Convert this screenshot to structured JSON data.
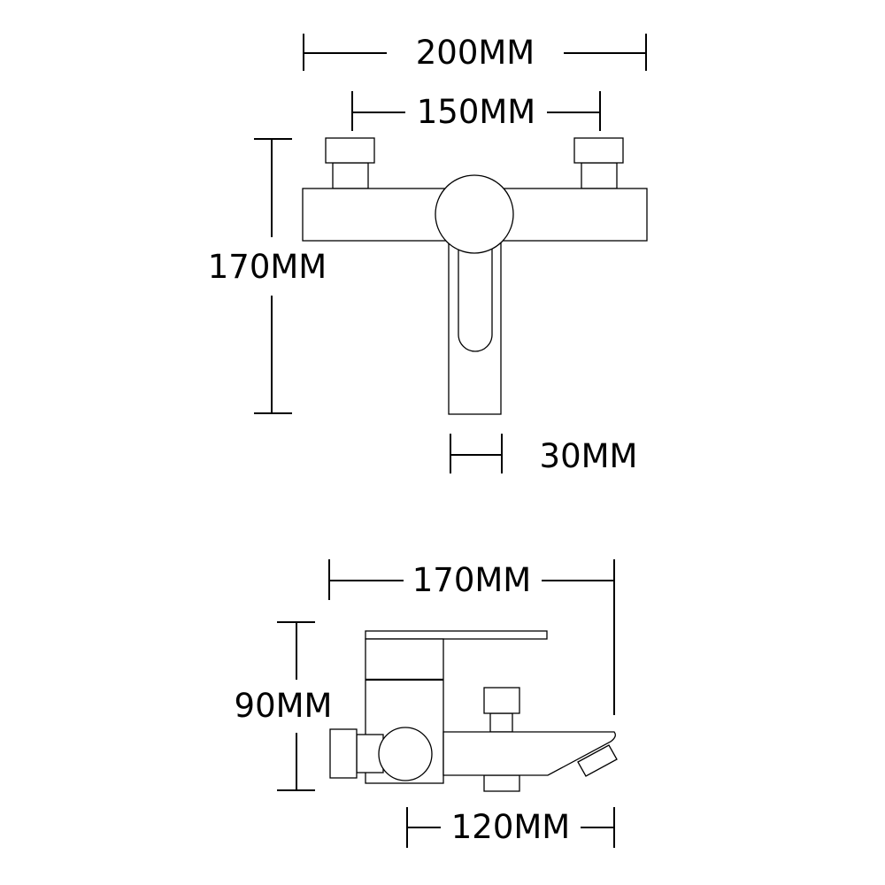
{
  "front_view": {
    "width_overall": "200MM",
    "inlet_spacing": "150MM",
    "height": "170MM",
    "handle_width": "30MM"
  },
  "side_view": {
    "depth": "170MM",
    "height": "90MM",
    "spout_length": "120MM"
  }
}
